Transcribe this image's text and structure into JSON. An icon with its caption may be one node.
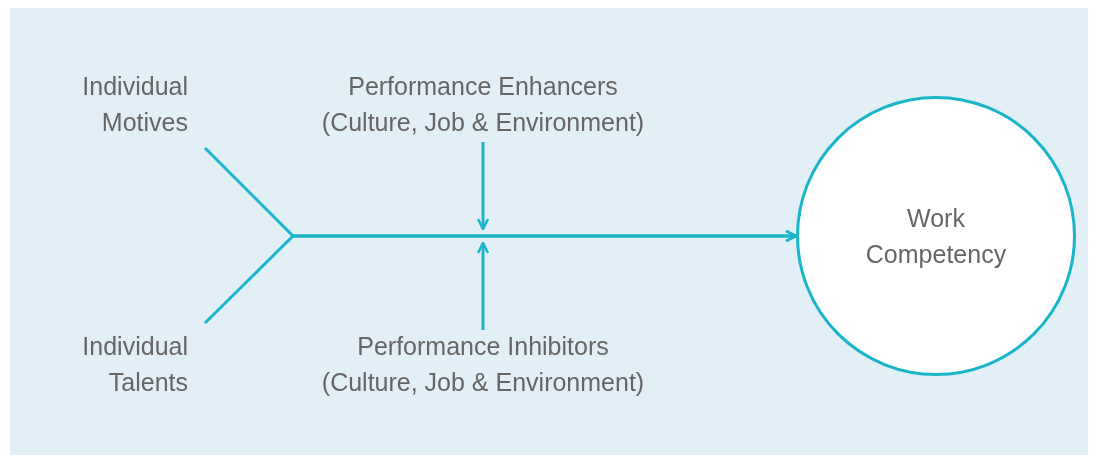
{
  "diagram": {
    "nodes": [
      {
        "text": [
          "Individual Motives"
        ]
      },
      {
        "text": [
          "Individual Talents"
        ]
      },
      {
        "text": [
          "Performance Enhancers (Culture, Job & Environment)"
        ]
      },
      {
        "text": [
          "Performance Inhibitors (Culture, Job & Environment)"
        ]
      },
      {
        "text": [
          "Work Competency"
        ]
      }
    ],
    "edges": [
      {
        "from": 0,
        "to": 4,
        "arrow": "to"
      },
      {
        "from": 1,
        "to": 4,
        "arrow": "to"
      },
      {
        "from": 2,
        "to": null,
        "arrow": "to"
      },
      {
        "from": 3,
        "to": null,
        "arrow": "to"
      }
    ]
  }
}
